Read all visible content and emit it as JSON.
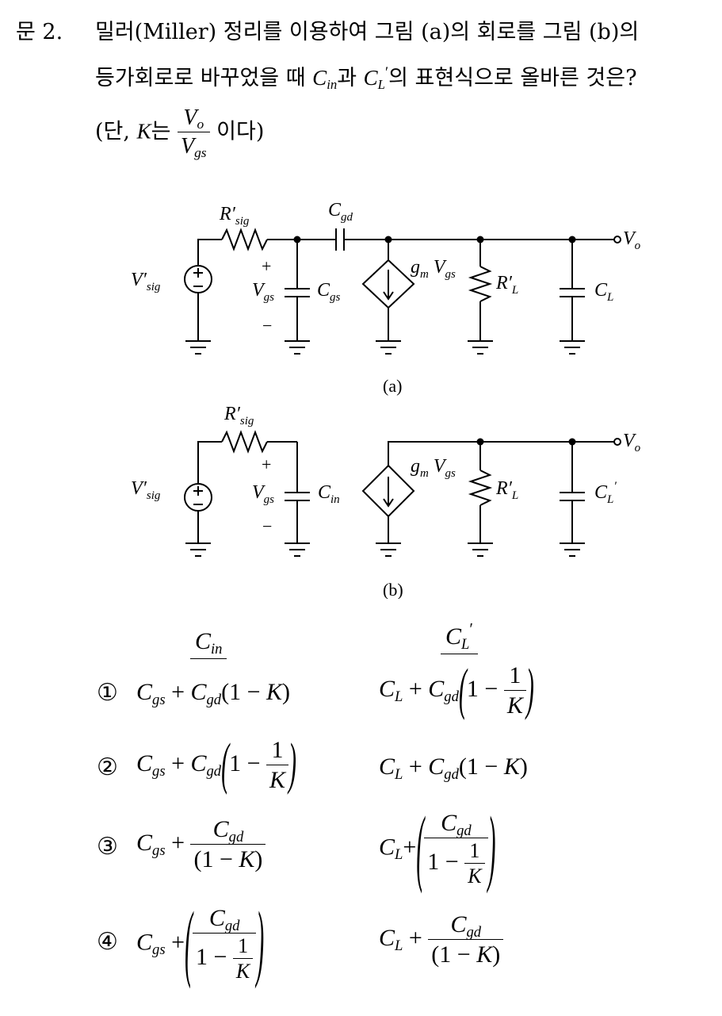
{
  "question": {
    "number": "문  2.",
    "line1": "밀러(Miller) 정리를 이용하여 그림 (a)의 회로를 그림 (b)의",
    "line2_a": "등가회로로 바꾸었을 때",
    "line2_b": "과",
    "line2_c": "의 표현식으로 올바른 것은?",
    "condition_open": "(단,",
    "condition_k": "K",
    "condition_eun": "는",
    "condition_close": "이다)"
  },
  "circuit_a": {
    "caption": "(a)",
    "source": "V′sig",
    "resistor": "R′sig",
    "cap_gd": "Cgd",
    "vgs": "Vgs",
    "plus": "+",
    "minus": "−",
    "cap_gs": "Cgs",
    "current_source": "gm Vgs",
    "load_resistor": "R′L",
    "cap_load": "CL",
    "output": "Vo"
  },
  "circuit_b": {
    "caption": "(b)",
    "source": "V′sig",
    "resistor": "R′sig",
    "vgs": "Vgs",
    "plus": "+",
    "minus": "−",
    "cap_in": "Cin",
    "current_source": "gm Vgs",
    "load_resistor": "R′L",
    "cap_load": "C′L",
    "output": "Vo"
  },
  "answers": {
    "header_cin": "Cin",
    "header_cl": "C′L",
    "options": [
      {
        "marker": "①"
      },
      {
        "marker": "②"
      },
      {
        "marker": "③"
      },
      {
        "marker": "④"
      }
    ]
  }
}
